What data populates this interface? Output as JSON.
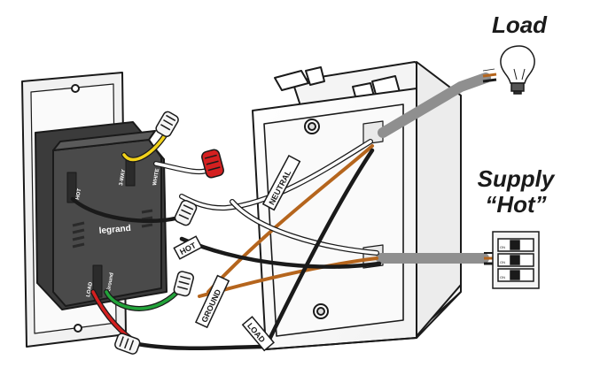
{
  "labels": {
    "load": "Load",
    "supply_line1": "Supply",
    "supply_line2": "“Hot”"
  },
  "wire_tags": {
    "neutral": "NEUTRAL",
    "hot": "HOT",
    "ground": "GROUND",
    "load": "LOAD"
  },
  "device_markings": {
    "brand": "legrand",
    "three_way": "3-WAY",
    "white": "WHITE",
    "hot": "HOT",
    "load": "LOAD",
    "ground": "Ground"
  },
  "breaker_text": [
    "ON",
    "ON",
    "ON"
  ],
  "icons": [
    "light-bulb-icon",
    "breaker-panel-icon"
  ],
  "colors": {
    "black_wire": "#1a1a1a",
    "white_wire": "#ffffff",
    "copper_wire": "#b5651d",
    "red_wire": "#d42020",
    "green_wire": "#22a33a",
    "yellow_wire": "#f2d21b",
    "cable_gray": "#9a9a9a"
  }
}
